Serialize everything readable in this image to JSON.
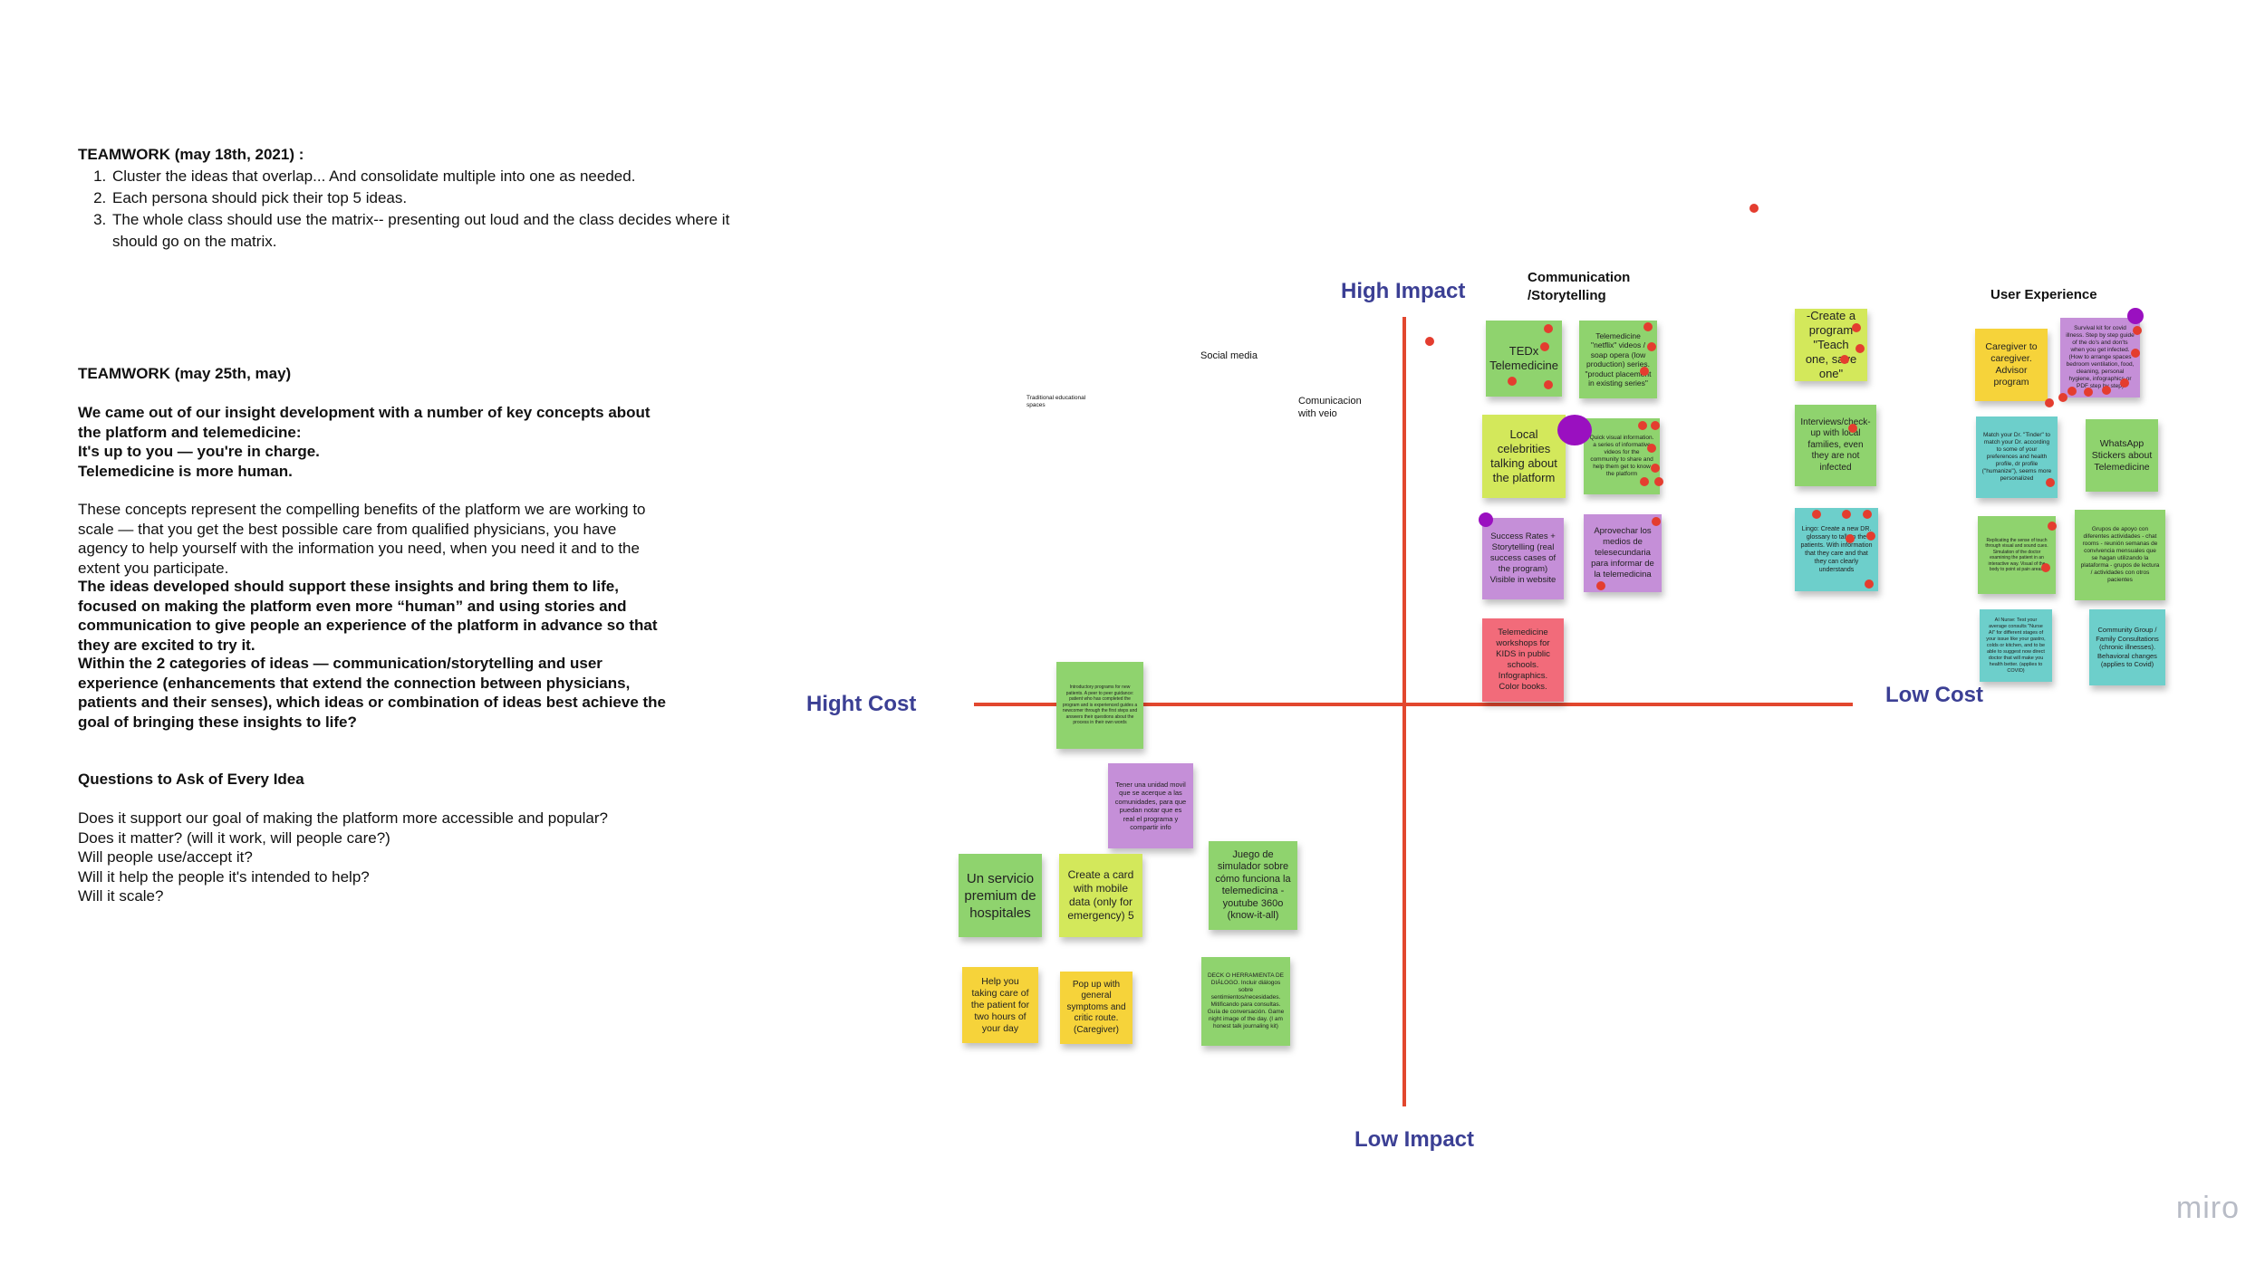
{
  "instructions": {
    "title1": "TEAMWORK (may 18th, 2021) :",
    "steps": [
      "Cluster the ideas that overlap... And consolidate multiple into one as needed.",
      "Each persona should pick their top 5 ideas.",
      "The whole class should use the matrix-- presenting out loud and the class decides where it should go on the matrix."
    ],
    "title2": "TEAMWORK (may 25th, may)",
    "concepts_intro": "We came out of our insight development with a number of key concepts about the platform and telemedicine:",
    "concept1": "It's up to you — you're in charge.",
    "concept2": "Telemedicine is more human.",
    "para1": "These concepts represent the compelling benefits of the platform we are working to scale — that you get the best possible care from qualified physicians, you have agency to help yourself with the information you need, when you need it and to the extent you participate.",
    "para2": "The ideas developed should support these insights and bring them to life, focused on making the platform even more “human” and using stories and communication to give people an experience of the platform in advance so that they are excited to try it.",
    "para3": "Within the 2 categories of ideas — communication/storytelling and user experience (enhancements that extend the connection between physicians, patients and their senses), which ideas or combination of ideas best achieve the goal of bringing these insights to life?",
    "questions_title": "Questions to Ask of Every Idea",
    "questions": [
      "Does it support our goal of making the platform more accessible and popular?",
      "Does it matter? (will it work, will people care?)",
      "Will people use/accept it?",
      "Will it help the people it's intended to help?",
      "Will it scale?"
    ]
  },
  "matrix": {
    "high_impact": "High Impact",
    "low_impact": "Low Impact",
    "high_cost": "Hight Cost",
    "low_cost": "Low Cost",
    "colors": {
      "axis": "#e2472e",
      "label": "#3b3f94"
    }
  },
  "categories": {
    "communication": "Communication /Storytelling",
    "user_experience": "User Experience"
  },
  "floating": {
    "social_media": "Social media",
    "traditional": "Traditional educational spaces",
    "comunicacion": "Comunicacion with veio"
  },
  "notes": {
    "tedx": "TEDx Telemedicine",
    "netflix": "Telemedicine \"netflix\" videos / soap opera (low production) series. \"product placement in existing series\"",
    "local_celebs": "Local celebrities talking about the platform",
    "quick_visual": "Quick visual information. a series of informative videos for the community to share and help them get to know the platform",
    "success_rates": "Success Rates + Storytelling (real success cases of the program) Visible in website",
    "aprovechar": "Aprovechar los medios de telesecundaria para informar de la telemedicina",
    "workshops": "Telemedicine workshops for KIDS in public schools. Infographics. Color books.",
    "teach_one": "-Create a program \"Teach one, save one\"",
    "interviews": "Interviews/check-up with local families, even they are not infected",
    "glossary": "Lingo: Create a new DR. glossary to talk to the patients. With information that they care and that they can clearly understands",
    "caregiver": "Caregiver to caregiver. Advisor program",
    "survival_kit": "Survival kit for covid illness. Step by step guide of the do's and don'ts when you get infected. (How to arrange spaces bedroom ventilation, food, cleaning, personal hygiene, infographics or PDF step by step)",
    "tinder": "Match your Dr. \"Tinder\" to match your Dr. according to some of your preferences and health profile, dr profile (\"humanize\"), seems more personalized",
    "whatsapp": "WhatsApp Stickers about Telemedicine",
    "green_ux1": "Replicating the sense of touch through visual and sound cues. Simulation of the doctor examining the patient in an interactive way. Visual of the body to point at pain areas.",
    "grupos": "Grupos de apoyo con diferentes actividades - chat rooms - reunión semanas de convivencia mensuales que se hagan utilizando la plataforma - grupos de lectura / actividades con otros pacientes",
    "ai_nurse": "AI Nurse: Test your average consults \"Nurse AI\" for different stages of your issue like your gastro, colds or kitchen, and to be able to suggest now direct doctor that will make you health better. (applies to COVID)",
    "community": "Community Group / Family Consultations (chronic illnesses). Behavioral changes (applies to Covid)",
    "cost_green": "Introductory programs for new patients. A peer to peer guidance: patient who has completed the program and is experienced guides a newcomer through the first steps and answers their questions about the process in their own words",
    "tener_unidad": "Tener una unidad movil que se acerque a las comunidades, para que puedan notar que es real el programa y compartir info",
    "servicio_premium": "Un servicio premium de hospitales",
    "create_card": "Create a card with mobile data (only for emergency) 5",
    "juego": "Juego de simulador sobre cómo funciona la telemedicina - youtube 360o (know-it-all)",
    "help_you": "Help you taking care of the patient for two hours of your day",
    "pop_up": "Pop up with general symptoms and critic route. (Caregiver)",
    "kiosk": "DECK O HERRAMIENTA DE DIÁLOGO. Incluir diálogos sobre sentimientos/necesidades. Mitificando para consultas. Guía de conversación. Game night image of the day. (I am honest talk journaling kit)"
  },
  "branding": {
    "logo": "miro"
  }
}
